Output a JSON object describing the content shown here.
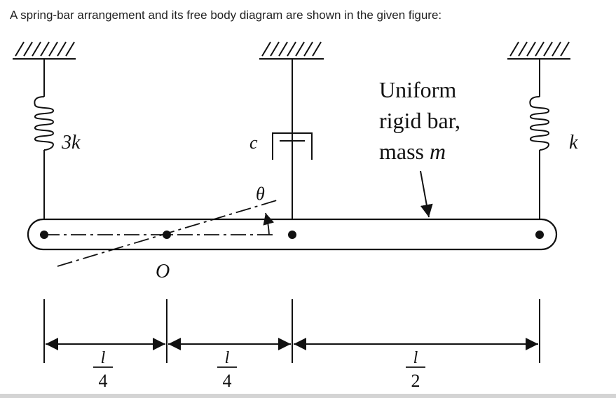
{
  "caption": "A spring-bar arrangement and its free body diagram are shown in the given figure:",
  "labels": {
    "spring_left": "3k",
    "damper": "c",
    "spring_right": "k",
    "bar_line1": "Uniform",
    "bar_line2": "rigid bar,",
    "bar_line3_prefix": "mass ",
    "bar_line3_var": "m",
    "theta": "θ",
    "pivot": "O"
  },
  "dimensions": [
    {
      "num": "l",
      "den": "4"
    },
    {
      "num": "l",
      "den": "4"
    },
    {
      "num": "l",
      "den": "2"
    }
  ],
  "colors": {
    "ink": "#111111",
    "text": "#222222",
    "bottom_bar": "#d4d4d4"
  }
}
